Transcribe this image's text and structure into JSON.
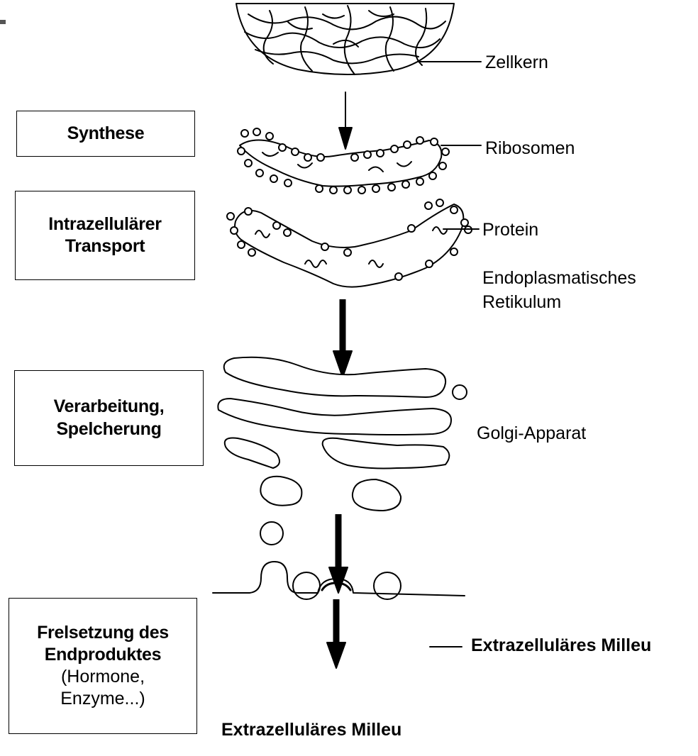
{
  "stages": [
    {
      "title": "Synthese"
    },
    {
      "title": "Intrazellulärer\nTransport"
    },
    {
      "title": "Verarbeitung,\nSpelcherung"
    },
    {
      "title": "Frelsetzung des\nEndproduktes",
      "subtitle": "(Hormone,\nEnzyme...)"
    }
  ],
  "labels": {
    "zellkern": "Zellkern",
    "ribosomen": "Ribosomen",
    "protein": "Protein",
    "er": "Endoplasmatisches\nRetikulum",
    "golgi": "Golgi-Apparat",
    "extra_right": "Extrazelluläres Milleu",
    "extra_bottom": "Extrazelluläres Milleu"
  }
}
